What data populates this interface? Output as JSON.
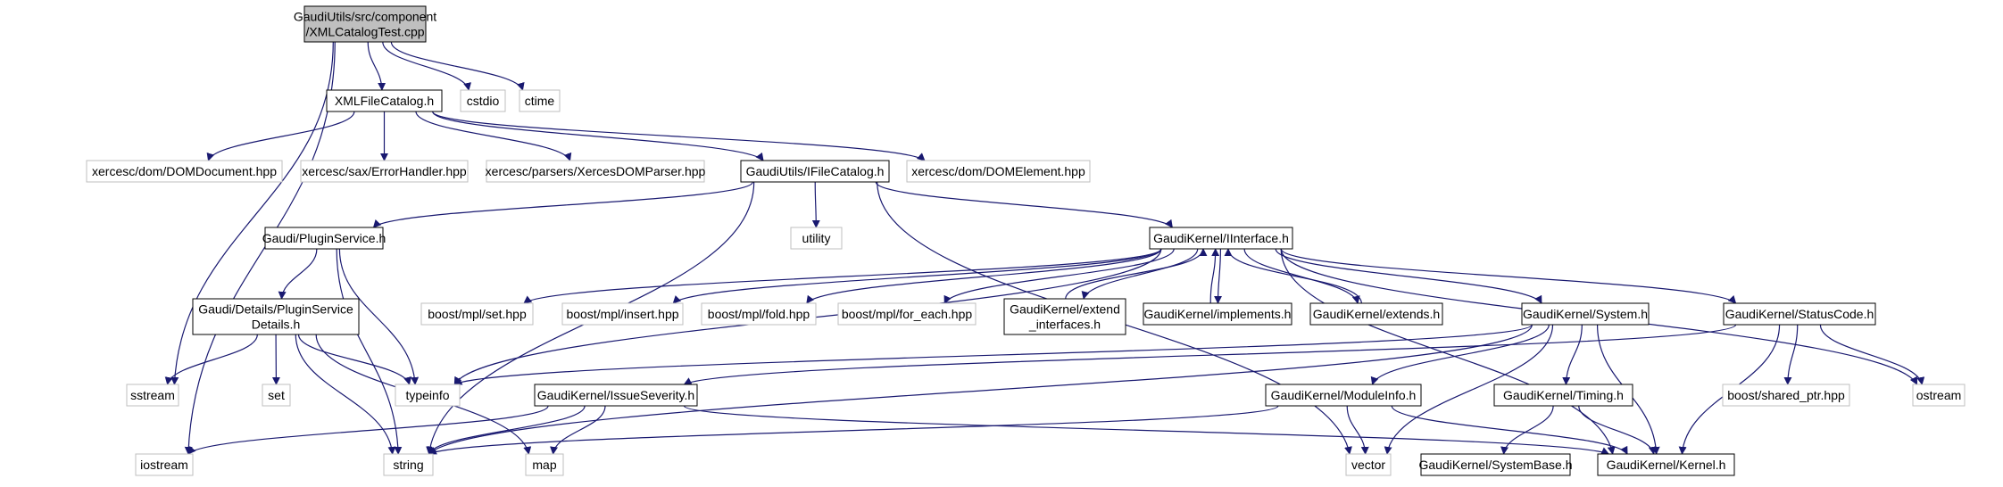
{
  "colors": {
    "edge": "#191970",
    "root_fill": "#bfbfbf",
    "node_border": "#000000",
    "ext_border": "#bfbfbf",
    "text": "#000000"
  },
  "nodes": {
    "root": {
      "lines": [
        "GaudiUtils/src/component",
        "/XMLCatalogTest.cpp"
      ],
      "kind": "root"
    },
    "xmlfilecatalog": {
      "lines": [
        "XMLFileCatalog.h"
      ],
      "kind": "internal"
    },
    "cstdio": {
      "lines": [
        "cstdio"
      ],
      "kind": "external"
    },
    "ctime": {
      "lines": [
        "ctime"
      ],
      "kind": "external"
    },
    "domdocument": {
      "lines": [
        "xercesc/dom/DOMDocument.hpp"
      ],
      "kind": "external"
    },
    "errorhandler": {
      "lines": [
        "xercesc/sax/ErrorHandler.hpp"
      ],
      "kind": "external"
    },
    "xercesdomparser": {
      "lines": [
        "xercesc/parsers/XercesDOMParser.hpp"
      ],
      "kind": "external"
    },
    "ifilecatalog": {
      "lines": [
        "GaudiUtils/IFileCatalog.h"
      ],
      "kind": "internal"
    },
    "domelement": {
      "lines": [
        "xercesc/dom/DOMElement.hpp"
      ],
      "kind": "external"
    },
    "utility": {
      "lines": [
        "utility"
      ],
      "kind": "external"
    },
    "pluginservice": {
      "lines": [
        "Gaudi/PluginService.h"
      ],
      "kind": "internal"
    },
    "iinterface": {
      "lines": [
        "GaudiKernel/IInterface.h"
      ],
      "kind": "internal"
    },
    "pluginservicedetails": {
      "lines": [
        "Gaudi/Details/PluginService",
        "Details.h"
      ],
      "kind": "internal"
    },
    "mplset": {
      "lines": [
        "boost/mpl/set.hpp"
      ],
      "kind": "external"
    },
    "mplinsert": {
      "lines": [
        "boost/mpl/insert.hpp"
      ],
      "kind": "external"
    },
    "mplfold": {
      "lines": [
        "boost/mpl/fold.hpp"
      ],
      "kind": "external"
    },
    "mplforeach": {
      "lines": [
        "boost/mpl/for_each.hpp"
      ],
      "kind": "external"
    },
    "extendinterfaces": {
      "lines": [
        "GaudiKernel/extend",
        "_interfaces.h"
      ],
      "kind": "internal"
    },
    "implements": {
      "lines": [
        "GaudiKernel/implements.h"
      ],
      "kind": "internal"
    },
    "extends": {
      "lines": [
        "GaudiKernel/extends.h"
      ],
      "kind": "internal"
    },
    "system": {
      "lines": [
        "GaudiKernel/System.h"
      ],
      "kind": "internal"
    },
    "statuscode": {
      "lines": [
        "GaudiKernel/StatusCode.h"
      ],
      "kind": "internal"
    },
    "sstream": {
      "lines": [
        "sstream"
      ],
      "kind": "external"
    },
    "set": {
      "lines": [
        "set"
      ],
      "kind": "external"
    },
    "typeinfo": {
      "lines": [
        "typeinfo"
      ],
      "kind": "external"
    },
    "issueseverity": {
      "lines": [
        "GaudiKernel/IssueSeverity.h"
      ],
      "kind": "internal"
    },
    "moduleinfo": {
      "lines": [
        "GaudiKernel/ModuleInfo.h"
      ],
      "kind": "internal"
    },
    "timing": {
      "lines": [
        "GaudiKernel/Timing.h"
      ],
      "kind": "internal"
    },
    "sharedptr": {
      "lines": [
        "boost/shared_ptr.hpp"
      ],
      "kind": "external"
    },
    "ostream": {
      "lines": [
        "ostream"
      ],
      "kind": "external"
    },
    "iostream": {
      "lines": [
        "iostream"
      ],
      "kind": "external"
    },
    "string": {
      "lines": [
        "string"
      ],
      "kind": "external"
    },
    "map": {
      "lines": [
        "map"
      ],
      "kind": "external"
    },
    "vector": {
      "lines": [
        "vector"
      ],
      "kind": "external"
    },
    "systembase": {
      "lines": [
        "GaudiKernel/SystemBase.h"
      ],
      "kind": "internal"
    },
    "kernel": {
      "lines": [
        "GaudiKernel/Kernel.h"
      ],
      "kind": "internal"
    }
  },
  "edges": [
    [
      "root",
      "xmlfilecatalog"
    ],
    [
      "root",
      "cstdio"
    ],
    [
      "root",
      "ctime"
    ],
    [
      "root",
      "sstream"
    ],
    [
      "root",
      "iostream"
    ],
    [
      "xmlfilecatalog",
      "domdocument"
    ],
    [
      "xmlfilecatalog",
      "errorhandler"
    ],
    [
      "xmlfilecatalog",
      "xercesdomparser"
    ],
    [
      "xmlfilecatalog",
      "ifilecatalog"
    ],
    [
      "xmlfilecatalog",
      "domelement"
    ],
    [
      "ifilecatalog",
      "utility"
    ],
    [
      "ifilecatalog",
      "pluginservice"
    ],
    [
      "ifilecatalog",
      "iinterface"
    ],
    [
      "ifilecatalog",
      "string"
    ],
    [
      "ifilecatalog",
      "vector"
    ],
    [
      "pluginservice",
      "pluginservicedetails"
    ],
    [
      "pluginservice",
      "string"
    ],
    [
      "pluginservice",
      "typeinfo"
    ],
    [
      "pluginservicedetails",
      "sstream"
    ],
    [
      "pluginservicedetails",
      "set"
    ],
    [
      "pluginservicedetails",
      "typeinfo"
    ],
    [
      "pluginservicedetails",
      "string"
    ],
    [
      "pluginservicedetails",
      "map"
    ],
    [
      "iinterface",
      "mplset"
    ],
    [
      "iinterface",
      "mplinsert"
    ],
    [
      "iinterface",
      "mplfold"
    ],
    [
      "iinterface",
      "mplforeach"
    ],
    [
      "iinterface",
      "extendinterfaces"
    ],
    [
      "iinterface",
      "implements"
    ],
    [
      "iinterface",
      "extends"
    ],
    [
      "iinterface",
      "system"
    ],
    [
      "iinterface",
      "statuscode"
    ],
    [
      "iinterface",
      "typeinfo"
    ],
    [
      "iinterface",
      "ostream"
    ],
    [
      "iinterface",
      "kernel"
    ],
    [
      "extendinterfaces",
      "iinterface"
    ],
    [
      "implements",
      "iinterface"
    ],
    [
      "extends",
      "iinterface"
    ],
    [
      "system",
      "typeinfo"
    ],
    [
      "system",
      "string"
    ],
    [
      "system",
      "moduleinfo"
    ],
    [
      "system",
      "timing"
    ],
    [
      "system",
      "vector"
    ],
    [
      "system",
      "kernel"
    ],
    [
      "statuscode",
      "issueseverity"
    ],
    [
      "statuscode",
      "sharedptr"
    ],
    [
      "statuscode",
      "ostream"
    ],
    [
      "statuscode",
      "kernel"
    ],
    [
      "issueseverity",
      "iostream"
    ],
    [
      "issueseverity",
      "string"
    ],
    [
      "issueseverity",
      "map"
    ],
    [
      "issueseverity",
      "kernel"
    ],
    [
      "moduleinfo",
      "string"
    ],
    [
      "moduleinfo",
      "vector"
    ],
    [
      "moduleinfo",
      "kernel"
    ],
    [
      "timing",
      "systembase"
    ],
    [
      "timing",
      "kernel"
    ]
  ]
}
